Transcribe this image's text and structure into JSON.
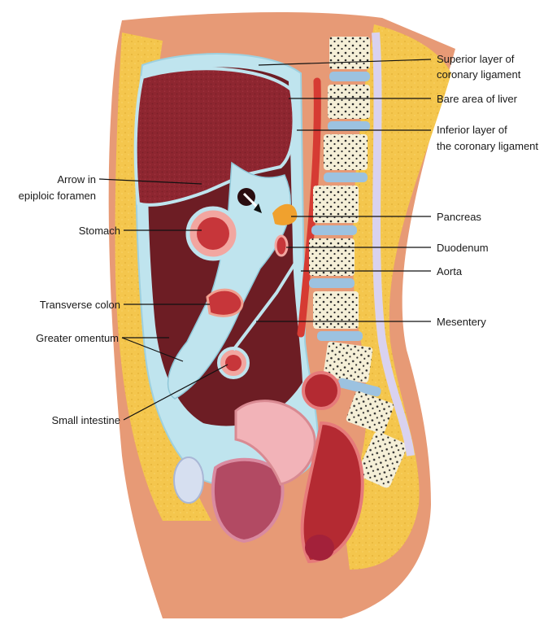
{
  "colors": {
    "skin": "#e79a76",
    "fat": "#f4c64d",
    "peritoneum": "#bfe4ee",
    "liver": "#8e2630",
    "cavity": "#6d1d24",
    "vertebra": "#f5efd7",
    "disc": "#9cc2e0",
    "artery": "#d63b33",
    "pancreas": "#f0a12e"
  },
  "labels": {
    "superior_coronary_1": "Superior layer of",
    "superior_coronary_2": "coronary ligament",
    "bare_area": "Bare area of liver",
    "inferior_coronary_1": "Inferior layer of",
    "inferior_coronary_2": "the coronary ligament",
    "arrow_1": "Arrow in",
    "arrow_2": "epiploic foramen",
    "stomach": "Stomach",
    "pancreas": "Pancreas",
    "duodenum": "Duodenum",
    "aorta": "Aorta",
    "transverse_colon": "Transverse colon",
    "mesentery": "Mesentery",
    "greater_omentum": "Greater omentum",
    "small_intestine": "Small intestine"
  }
}
